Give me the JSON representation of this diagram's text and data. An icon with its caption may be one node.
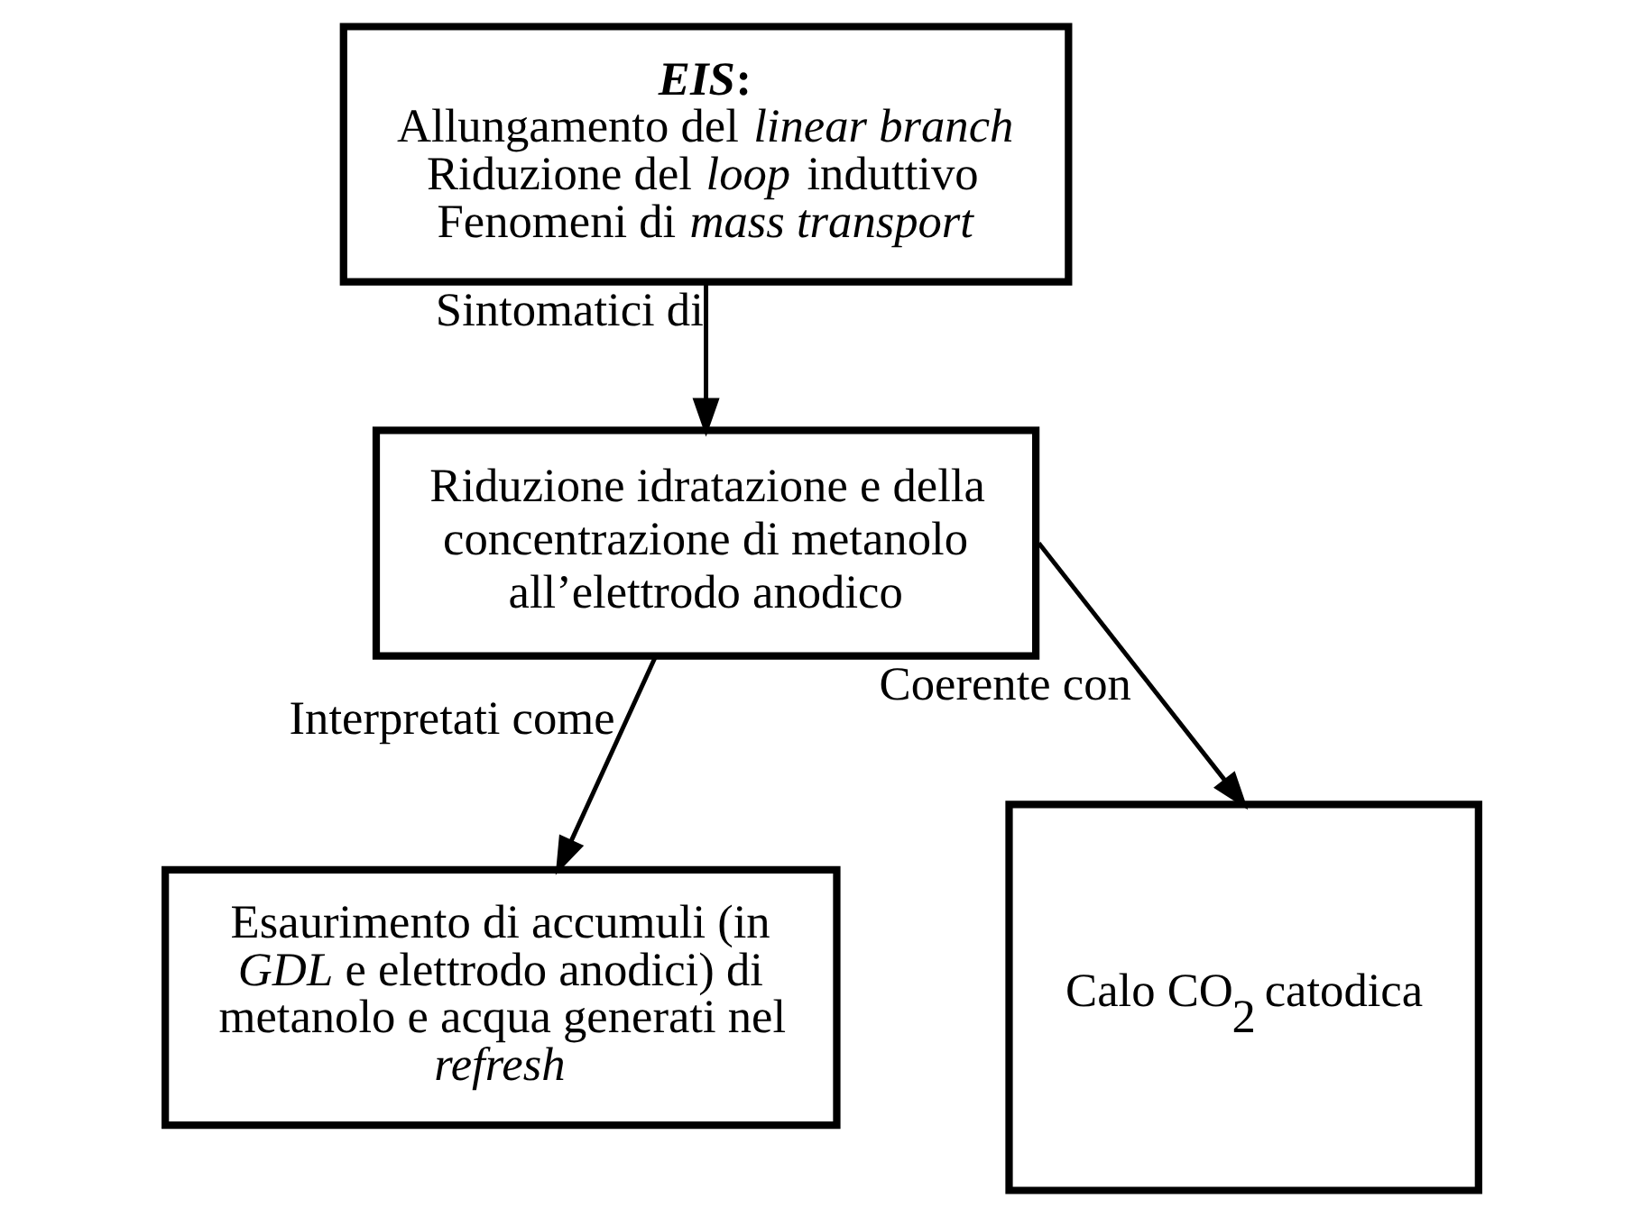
{
  "diagram": {
    "nodes": [
      {
        "text": [
          "*EIS*:",
          "Allungamento del *linear branch*",
          "Riduzione del *loop* induttivo",
          "Fenomeni di *mass transport*"
        ]
      },
      {
        "text": [
          "Riduzione idratazione e della concentrazione di metanolo all’elettrodo anodico"
        ]
      },
      {
        "text": [
          "Esaurimento di accumuli (in *GDL* e elettrodo anodici) di metanolo e acqua generati nel *refresh*"
        ]
      },
      {
        "text": [
          "Calo CO$_{2}$ catodica"
        ]
      }
    ],
    "edges": [
      {
        "from": 0,
        "to": 1,
        "arrow": "to",
        "label": "Sintomatici di"
      },
      {
        "from": 1,
        "to": 2,
        "arrow": "to",
        "label": "Interpretati come"
      },
      {
        "from": 1,
        "to": 3,
        "arrow": "to",
        "label": "Coerente con"
      }
    ]
  }
}
